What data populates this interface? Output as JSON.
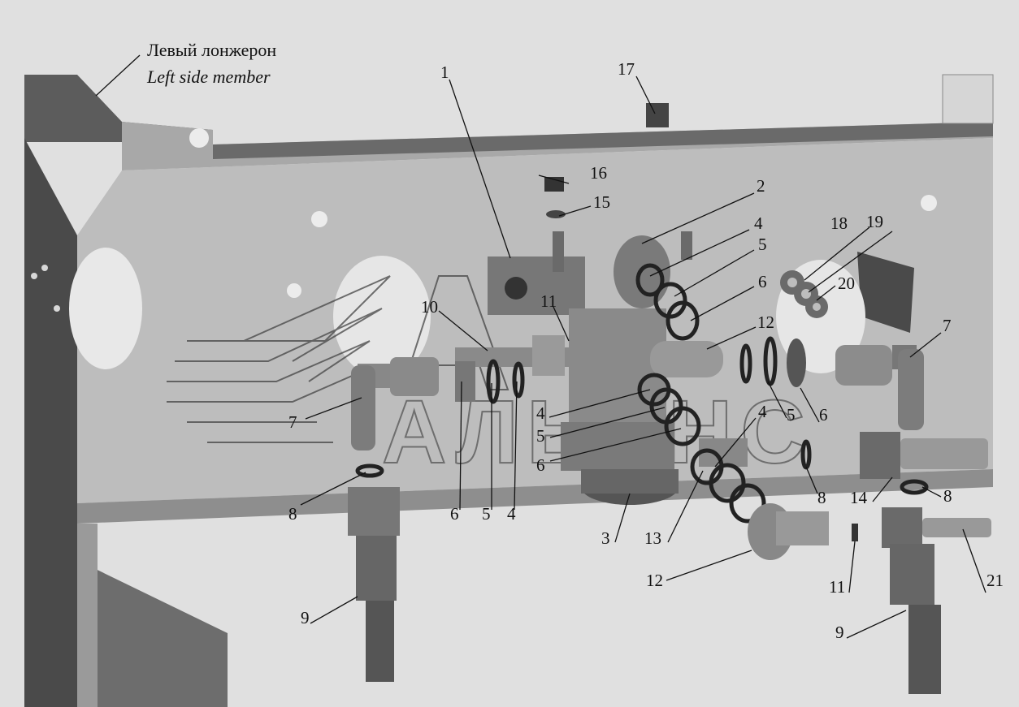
{
  "caption": {
    "ru": "Левый лонжерон",
    "en": "Left side member"
  },
  "watermark": "АЛЬЯНС",
  "colors": {
    "background": "#e0e0e0",
    "beam_face": "#bdbdbd",
    "beam_dark": "#5a5a5a",
    "part": "#8c8c8c",
    "part_dark": "#3c3c3c",
    "lines": "#111111"
  },
  "labels": [
    {
      "id": "1",
      "text": "1"
    },
    {
      "id": "2",
      "text": "2"
    },
    {
      "id": "3",
      "text": "3"
    },
    {
      "id": "4a",
      "text": "4"
    },
    {
      "id": "5a",
      "text": "5"
    },
    {
      "id": "6a",
      "text": "6"
    },
    {
      "id": "12a",
      "text": "12"
    },
    {
      "id": "7a",
      "text": "7"
    },
    {
      "id": "10",
      "text": "10"
    },
    {
      "id": "11a",
      "text": "11"
    },
    {
      "id": "7b",
      "text": "7"
    },
    {
      "id": "15",
      "text": "15"
    },
    {
      "id": "16",
      "text": "16"
    },
    {
      "id": "17",
      "text": "17"
    },
    {
      "id": "18",
      "text": "18"
    },
    {
      "id": "19",
      "text": "19"
    },
    {
      "id": "20",
      "text": "20"
    },
    {
      "id": "4b",
      "text": "4"
    },
    {
      "id": "5b",
      "text": "5"
    },
    {
      "id": "6b",
      "text": "6"
    },
    {
      "id": "4c",
      "text": "4"
    },
    {
      "id": "5c",
      "text": "5"
    },
    {
      "id": "6c",
      "text": "6"
    },
    {
      "id": "8a",
      "text": "8"
    },
    {
      "id": "6d",
      "text": "6"
    },
    {
      "id": "5d",
      "text": "5"
    },
    {
      "id": "4d",
      "text": "4"
    },
    {
      "id": "3",
      "text": "3"
    },
    {
      "id": "13",
      "text": "13"
    },
    {
      "id": "8b",
      "text": "8"
    },
    {
      "id": "14",
      "text": "14"
    },
    {
      "id": "8c",
      "text": "8"
    },
    {
      "id": "12b",
      "text": "12"
    },
    {
      "id": "11b",
      "text": "11"
    },
    {
      "id": "21",
      "text": "21"
    },
    {
      "id": "9a",
      "text": "9"
    },
    {
      "id": "9b",
      "text": "9"
    }
  ]
}
